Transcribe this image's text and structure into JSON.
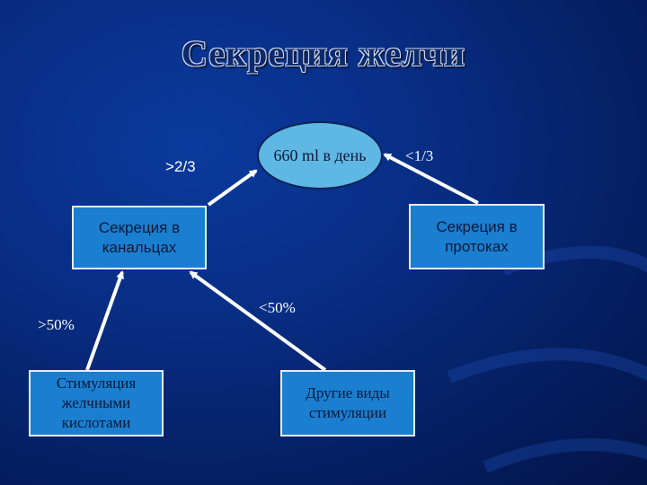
{
  "title": "Секреция желчи",
  "nodes": {
    "center": "660 ml в день",
    "canaliculi": "Секреция в\nканальцах",
    "ducts": "Секреция в\nпротоках",
    "bile_acids": "Стимуляция\nжелчными\nкислотами",
    "other": "Другие виды\nстимуляции"
  },
  "labels": {
    "gt_two_thirds": ">2/3",
    "lt_one_third": "<1/3",
    "gt_50": ">50%",
    "lt_50": "<50%"
  },
  "colors": {
    "background": "#082e85",
    "box_fill": "#1a7fd0",
    "oval_fill": "#5fb8e3",
    "arrow": "#ffffff"
  }
}
